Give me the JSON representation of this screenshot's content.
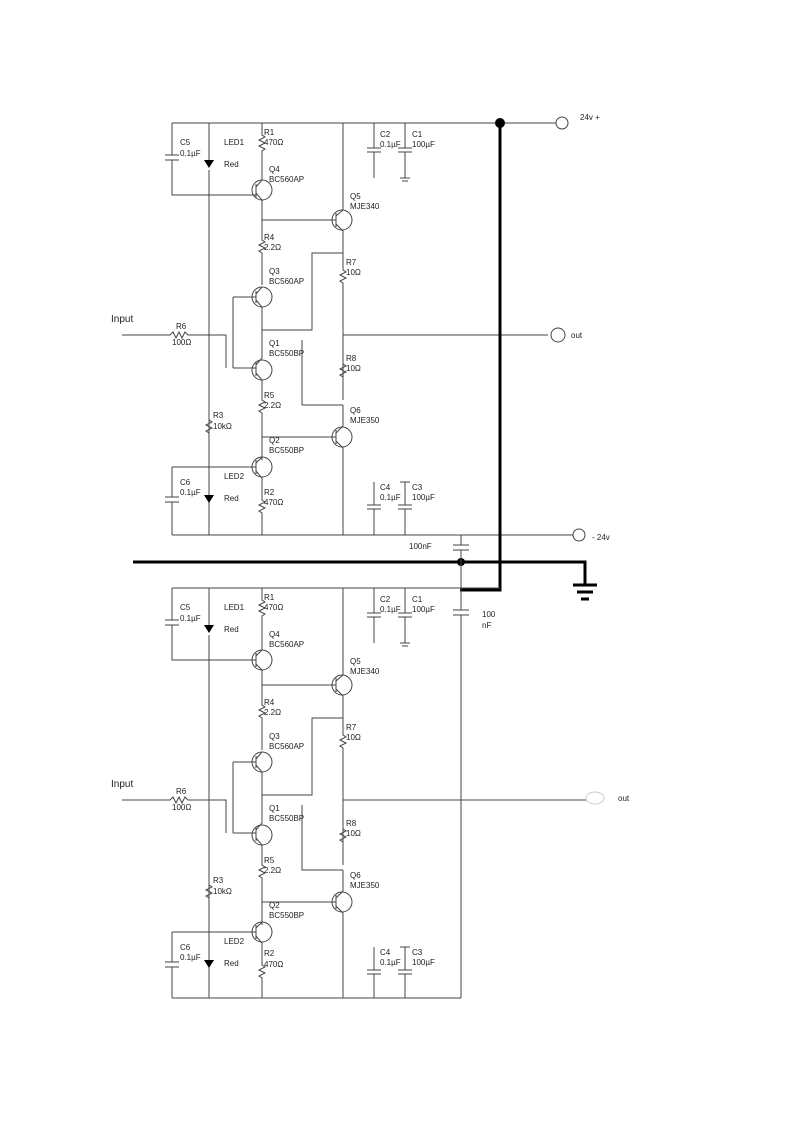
{
  "supply": {
    "pos": "24v +",
    "neg": "- 24v"
  },
  "cap_between_rails": "100nF",
  "cap_bottom": {
    "line1": "100",
    "line2": "nF"
  },
  "channels": [
    {
      "input": "Input",
      "output": "out",
      "C5": {
        "name": "C5",
        "value": "0.1µF"
      },
      "LED1": {
        "name": "LED1",
        "value": "Red"
      },
      "R1": {
        "name": "R1",
        "value": "470Ω"
      },
      "Q4": {
        "name": "Q4",
        "value": "BC560AP"
      },
      "C2": {
        "name": "C2",
        "value": "0.1µF"
      },
      "C1": {
        "name": "C1",
        "value": "100µF"
      },
      "Q5": {
        "name": "Q5",
        "value": "MJE340"
      },
      "R4": {
        "name": "R4",
        "value": "2.2Ω"
      },
      "R7": {
        "name": "R7",
        "value": "10Ω"
      },
      "Q3": {
        "name": "Q3",
        "value": "BC560AP"
      },
      "R6": {
        "name": "R6",
        "value": "100Ω"
      },
      "Q1": {
        "name": "Q1",
        "value": "BC550BP"
      },
      "R8": {
        "name": "R8",
        "value": "10Ω"
      },
      "R5": {
        "name": "R5",
        "value": "2.2Ω"
      },
      "R3": {
        "name": "R3",
        "value": "10kΩ"
      },
      "Q6": {
        "name": "Q6",
        "value": "MJE350"
      },
      "Q2": {
        "name": "Q2",
        "value": "BC550BP"
      },
      "C6": {
        "name": "C6",
        "value": "0.1µF"
      },
      "LED2": {
        "name": "LED2",
        "value": "Red"
      },
      "R2": {
        "name": "R2",
        "value": "470Ω"
      },
      "C4": {
        "name": "C4",
        "value": "0.1µF"
      },
      "C3": {
        "name": "C3",
        "value": "100µF"
      }
    },
    {
      "input": "Input",
      "output": "out",
      "C5": {
        "name": "C5",
        "value": "0.1µF"
      },
      "LED1": {
        "name": "LED1",
        "value": "Red"
      },
      "R1": {
        "name": "R1",
        "value": "470Ω"
      },
      "Q4": {
        "name": "Q4",
        "value": "BC560AP"
      },
      "C2": {
        "name": "C2",
        "value": "0.1µF"
      },
      "C1": {
        "name": "C1",
        "value": "100µF"
      },
      "Q5": {
        "name": "Q5",
        "value": "MJE340"
      },
      "R4": {
        "name": "R4",
        "value": "2.2Ω"
      },
      "R7": {
        "name": "R7",
        "value": "10Ω"
      },
      "Q3": {
        "name": "Q3",
        "value": "BC560AP"
      },
      "R6": {
        "name": "R6",
        "value": "100Ω"
      },
      "Q1": {
        "name": "Q1",
        "value": "BC550BP"
      },
      "R8": {
        "name": "R8",
        "value": "10Ω"
      },
      "R5": {
        "name": "R5",
        "value": "2.2Ω"
      },
      "R3": {
        "name": "R3",
        "value": "10kΩ"
      },
      "Q6": {
        "name": "Q6",
        "value": "MJE350"
      },
      "Q2": {
        "name": "Q2",
        "value": "BC550BP"
      },
      "C6": {
        "name": "C6",
        "value": "0.1µF"
      },
      "LED2": {
        "name": "LED2",
        "value": "Red"
      },
      "R2": {
        "name": "R2",
        "value": "470Ω"
      },
      "C4": {
        "name": "C4",
        "value": "0.1µF"
      },
      "C3": {
        "name": "C3",
        "value": "100µF"
      }
    }
  ]
}
